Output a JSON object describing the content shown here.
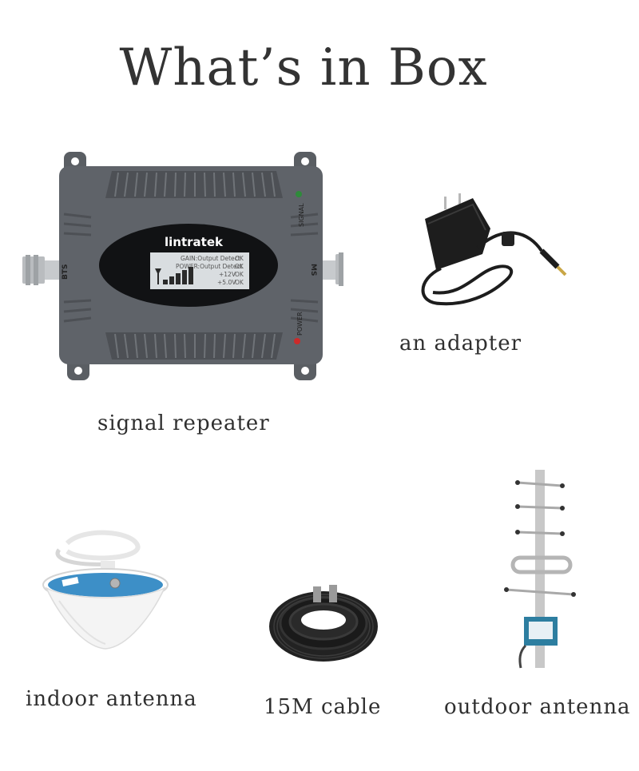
{
  "title": "What’s in Box",
  "items": [
    {
      "caption": "signal repeater",
      "icon": "signal-repeater-icon"
    },
    {
      "caption": "an adapter",
      "icon": "power-adapter-icon"
    },
    {
      "caption": "indoor antenna",
      "icon": "ceiling-antenna-icon"
    },
    {
      "caption": "15M cable",
      "icon": "coiled-cable-icon"
    },
    {
      "caption": "outdoor antenna",
      "icon": "yagi-antenna-icon"
    }
  ],
  "repeater": {
    "brand": "lintratek",
    "lcd": {
      "line1_label": "GAIN:Output Detect",
      "line1_status": "OK",
      "line2_label": "POWER:Output Detect",
      "line2_status": "OK",
      "line3_label": "+12V",
      "line3_status": "OK",
      "line4_label": "+5.0V",
      "line4_status": "OK"
    },
    "signal_label": "SIGNAL",
    "power_label": "POWER",
    "bts_label": "BTS",
    "ms_label": "MS"
  },
  "colors": {
    "repeater_body": "#5f6369",
    "repeater_fin": "#4d5055",
    "lcd_screen": "#d9dde0",
    "led_green": "#2e8b3a",
    "led_red": "#cc2a2a",
    "antenna_label": "#2d7ea0"
  }
}
